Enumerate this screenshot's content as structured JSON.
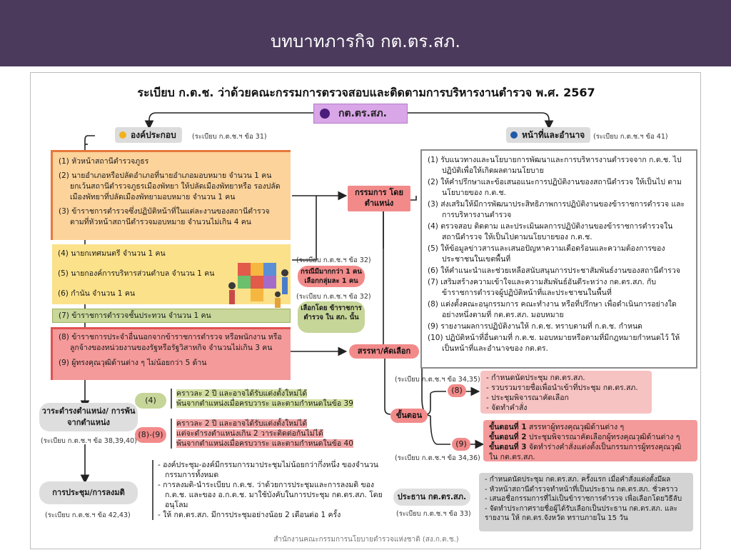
{
  "banner": {
    "title": "บทบาทภารกิจ กต.ตร.สภ."
  },
  "doc": {
    "title": "ระเบียบ ก.ต.ช. ว่าด้วยคณะกรรมการตรวจสอบและติดตามการบริหารงานตำรวจ พ.ศ. 2567",
    "center_badge": "กต.ตร.สภ.",
    "footer": "สำนักงานคณะกรรมการนโยบายตำรวจแห่งชาติ (สง.ก.ต.ช.)"
  },
  "composition": {
    "tag": "องค์ประกอบ",
    "note": "(ระเบียบ ก.ต.ช.ฯ ข้อ 31)",
    "orange_items": [
      "(1) หัวหน้าสถานีตำรวจภูธร",
      "(2) นายอำเภอหรือปลัดอำเภอที่นายอำเภอมอบหมาย จำนวน 1 คน ยกเว้นสถานีตำรวจภูธรเมืองพัทยา ให้ปลัดเมืองพัทยาหรือ รองปลัดเมืองพัทยาที่ปลัดเมืองพัทยามอบหมาย จำนวน 1 คน",
      "(3) ข้าราชการตำรวจซึ่งปฏิบัติหน้าที่ในแต่ละงานของสถานีตำรวจ ตามที่หัวหน้าสถานีตำรวจมอบหมาย จำนวนไม่เกิน 4 คน"
    ],
    "yellow_items": [
      "(4) นายกเทศมนตรี จำนวน 1 คน",
      "(5) นายกองค์การบริหารส่วนตำบล จำนวน 1 คน",
      "(6) กำนัน จำนวน 1 คน"
    ],
    "green_item": "(7) ข้าราชการตำรวจชั้นประทวน จำนวน 1 คน",
    "pink_items": [
      "(8) ข้าราชการประจำอื่นนอกจากข้าราชการตำรวจ หรือพนักงาน หรือลูกจ้างของหน่วยงานของรัฐหรือรัฐวิสาหกิจ จำนวนไม่เกิน 3 คน",
      "(9) ผู้ทรงคุณวุฒิด้านต่าง ๆ ไม่น้อยกว่า 5 ด้าน"
    ]
  },
  "position_committee": {
    "label": "กรรมการ โดยตำแหน่ง",
    "note1": "(ระเบียบ ก.ต.ช.ฯ ข้อ 32)",
    "pill1": "กรณีมีมากกว่า 1 คน เลือกกลุ่มละ 1 คน",
    "note2": "(ระเบียบ ก.ต.ช.ฯ ข้อ 32)",
    "pill2": "เลือกโดย ข้าราชการตำรวจ ใน สภ. นั้น"
  },
  "selection": {
    "label": "สรรหา/คัดเลือก"
  },
  "duties": {
    "tag": "หน้าที่และอำนาจ",
    "note": "(ระเบียบ ก.ต.ช.ฯ ข้อ 41)",
    "items": [
      "(1) รับแนวทางและนโยบายการพัฒนาและการบริหารงานตำรวจจาก ก.ต.ช. ไปปฏิบัติเพื่อให้เกิดผลตามนโยบาย",
      "(2) ให้คำปรึกษาและข้อเสนอแนะการปฏิบัติงานของสถานีตำรวจ ให้เป็นไป ตามนโยบายของ ก.ต.ช.",
      "(3) ส่งเสริมให้มีการพัฒนาประสิทธิภาพการปฏิบัติงานของข้าราชการตำรวจ และการบริหารงานตำรวจ",
      "(4) ตรวจสอบ ติดตาม และประเมินผลการปฏิบัติงานของข้าราชการตำรวจใน สถานีตำรวจ ให้เป็นไปตามนโยบายของ ก.ต.ช.",
      "(5) ให้ข้อมูลข่าวสารและเสนอปัญหาความเดือดร้อนและความต้องการของ ประชาชนในเขตพื้นที่",
      "(6) ให้คำแนะนำและช่วยเหลือสนับสนุนการประชาสัมพันธ์งานของสถานีตำรวจ",
      "(7) เสริมสร้างความเข้าใจและความสัมพันธ์อันดีระหว่าง กต.ตร.สภ. กับ ข้าราชการตำรวจผู้ปฏิบัติหน้าที่และประชาชนในพื้นที่",
      "(8)  แต่งตั้งคณะอนุกรรมการ คณะทำงาน หรือที่ปรึกษา เพื่อดำเนินการอย่างใด อย่างหนึ่งตามที่ กต.ตร.สภ. มอบหมาย",
      "(9) รายงานผลการปฏิบัติงานให้ ก.ต.ช. ทราบตามที่ ก.ต.ช. กำหนด",
      "(10) ปฏิบัติหน้าที่อื่นตามที่ ก.ต.ช. มอบหมายหรือตามที่มีกฎหมายกำหนดไว้ ให้เป็นหน้าที่และอำนาจของ กต.ตร."
    ]
  },
  "steps": {
    "label": "ขั้นตอน",
    "note8": "(ระเบียบ ก.ต.ช.ฯ ข้อ 34,35)",
    "pill8": "(8)",
    "box8": [
      "- กำหนดนัดประชุม กต.ตร.สภ.",
      "- รวบรวมรายชื่อเพื่อนำเข้าที่ประชุม กต.ตร.สภ.",
      "- ประชุมพิจารณาคัดเลือก",
      "- จัดทำคำสั่ง"
    ],
    "note9": "(ระเบียบ ก.ต.ช.ฯ ข้อ 34,36)",
    "pill9": "(9)",
    "box9": [
      {
        "step": "ขั้นตอนที่ 1",
        "text": " สรรหาผู้ทรงคุณวุฒิด้านต่าง ๆ"
      },
      {
        "step": "ขั้นตอนที่ 2",
        "text": " ประชุมพิจารณาคัดเลือกผู้ทรงคุณวุฒิด้านต่าง ๆ"
      },
      {
        "step": "ขั้นตอนที่ 3",
        "text": " จัดทำร่างคำสั่งแต่งตั้งเป็นกรรมการผู้ทรงคุณวุฒิ ใน กต.ตร.สภ."
      }
    ]
  },
  "term": {
    "label": "วาระดำรงตำแหน่ง/ การพ้นจากตำแหน่ง",
    "note": "(ระเบียบ ก.ต.ช.ฯ ข้อ 38,39,40)",
    "pill4": "(4)",
    "text4": [
      "คราวละ 2 ปี และอาจได้รับแต่งตั้งใหม่ได้",
      "พ้นจากตำแหน่งเมื่อครบวาระ และตามกำหนดในข้อ 39"
    ],
    "pill89": "(8)-(9)",
    "text89": [
      "คราวละ 2 ปี และอาจได้รับแต่งตั้งใหม่ได้",
      "แต่จะดำรงตำแหน่งเกิน 2 วาระติดต่อกันไม่ได้",
      "พ้นจากตำแหน่งเมื่อครบวาระ และตามกำหนดในข้อ 40"
    ]
  },
  "meeting": {
    "label": "การประชุม/การลงมติ",
    "note": "(ระเบียบ ก.ต.ช.ฯ ข้อ 42,43)",
    "items": [
      "- องค์ประชุม-องค์มีกรรมการมาประชุมไม่น้อยกว่ากึ่งหนึ่ง ของจำนวนกรรมการทั้งหมด",
      "- การลงมติ-นำระเบียบ ก.ต.ช. ว่าด้วยการประชุมและการลงมติ ของ ก.ต.ช. และของ อ.ก.ต.ช. มาใช้บังคับในการประชุม กต.ตร.สภ. โดยอนุโลม",
      "- ให้ กต.ตร.สภ. มีการประชุมอย่างน้อย 2 เดือนต่อ 1 ครั้ง"
    ]
  },
  "chair": {
    "label": "ประธาน กต.ตร.สภ.",
    "note": "(ระเบียบ ก.ต.ช.ฯ ข้อ 33)",
    "items": [
      "- กำหนดนัดประชุม กต.ตร.สภ. ครั้งแรก เมื่อคำสั่งแต่งตั้งมีผล",
      "- หัวหน้าสถานีตำรวจทำหน้าที่เป็นประธาน กต.ตร.สภ. ชั่วคราว",
      "- เสนอชื่อกรรมการที่ไม่เป็นข้าราชการตำรวจ เพื่อเลือกโดยวิธีลับ",
      "- จัดทำประกาศรายชื่อผู้ได้รับเลือกเป็นประธาน กต.ตร.สภ. และรายงาน ให้ กต.ตร.จังหวัด ทราบภายใน 15 วัน"
    ]
  },
  "colors": {
    "banner": "#4b3a5c",
    "badge": "#d9a6e8",
    "orange": "#fcd39b",
    "yellow": "#fbe18a",
    "green": "#c9d79a",
    "pink": "#f49a9a",
    "red_pill": "#f28a8a"
  }
}
